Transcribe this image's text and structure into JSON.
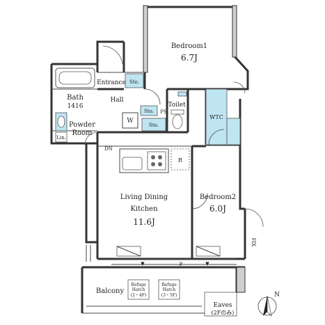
{
  "rooms": {
    "bedroom1": {
      "name": "Bedroom1",
      "size": "6.7J"
    },
    "bedroom2": {
      "name": "Bedroom2",
      "size": "6.0J"
    },
    "ldk": {
      "name_line1": "Living Dining",
      "name_line2": "Kitchen",
      "size": "11.6J"
    },
    "entrance": "Entrance",
    "hall": "Hall",
    "toilet": "Toilet",
    "wtc": "WTC",
    "bath": {
      "name": "Bath",
      "size": "1416"
    },
    "powder": {
      "line1": "Powder",
      "line2": "Room"
    },
    "balcony": "Balcony",
    "eaves": {
      "line1": "Eaves",
      "line2": "(2Fのみ)"
    }
  },
  "fixtures": {
    "sto": "Sto.",
    "ps": "PS",
    "w": "W",
    "r": "R",
    "p": "P",
    "dn": "DN",
    "lin": "Lin.",
    "fix": "FIX",
    "refuge_1": {
      "line1": "Refuge",
      "line2": "Hatch",
      "line3": "(2・4F)"
    },
    "refuge_2": {
      "line1": "Refuge",
      "line2": "Hatch",
      "line3": "(3・5F)"
    }
  },
  "compass": {
    "label": "N"
  }
}
